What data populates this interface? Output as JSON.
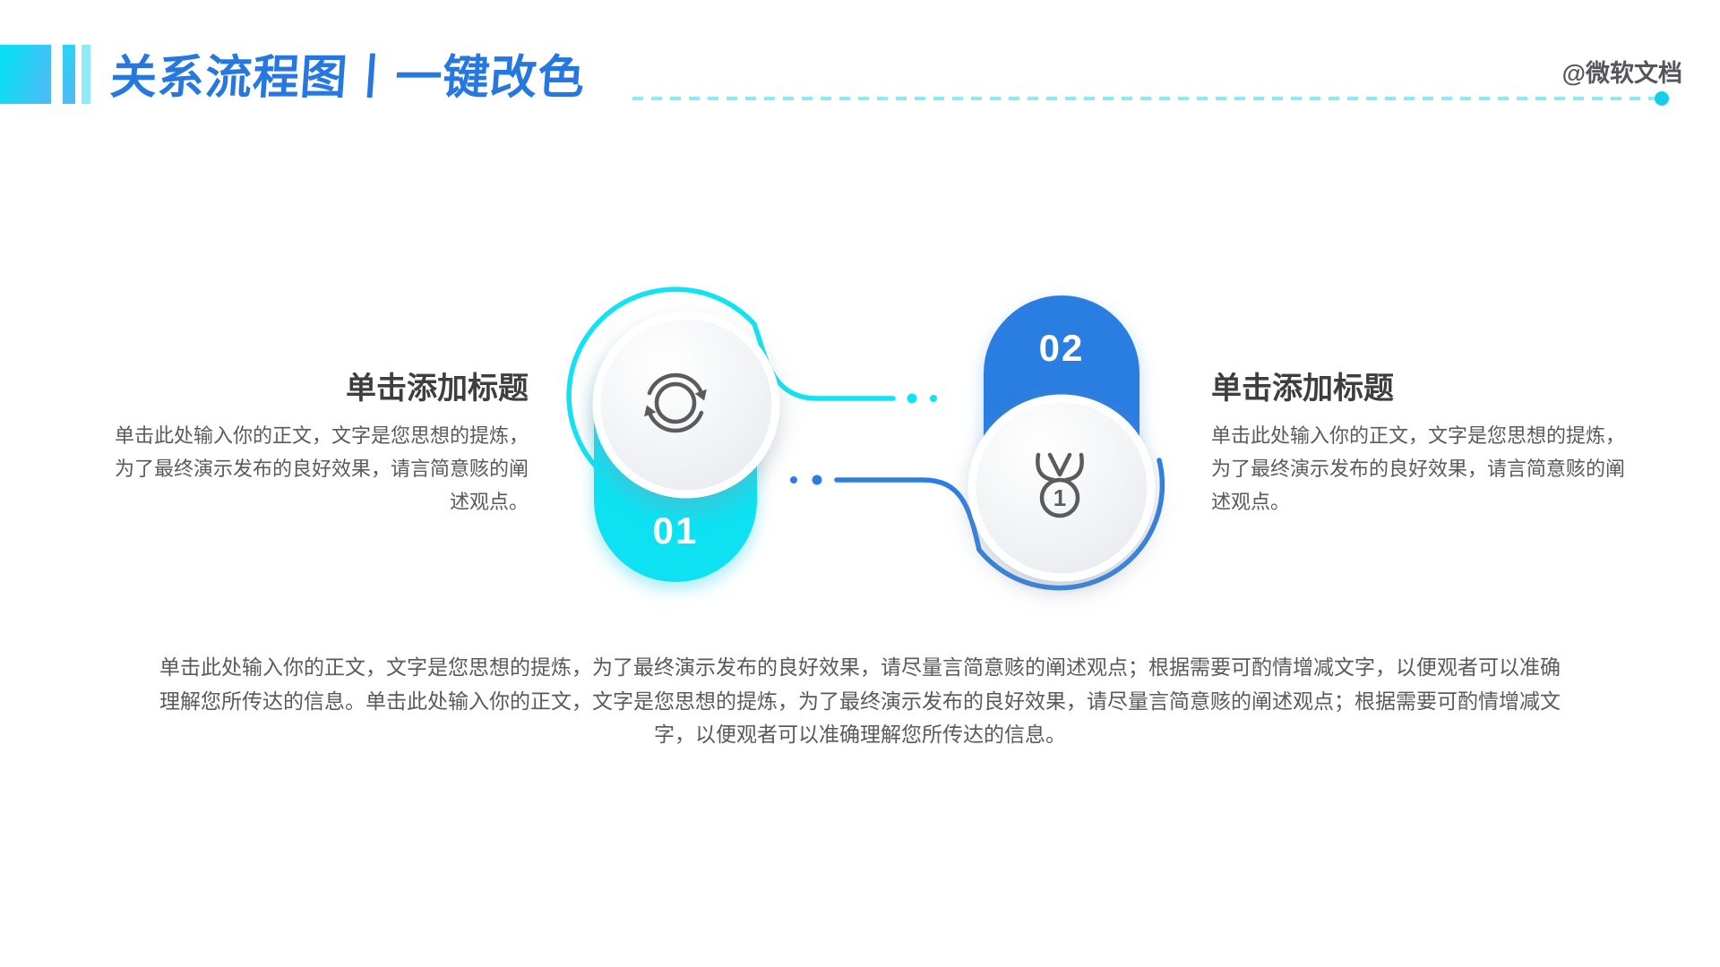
{
  "slide": {
    "header": {
      "title": "关系流程图丨一键改色",
      "watermark": "@微软文档"
    },
    "items": [
      {
        "number": "01",
        "icon": "sync-icon",
        "title": "单击添加标题",
        "body": "单击此处输入你的正文，文字是您思想的提炼，为了最终演示发布的良好效果，请言简意赅的阐述观点。"
      },
      {
        "number": "02",
        "icon": "medal-icon",
        "medal_rank": "1",
        "title": "单击添加标题",
        "body": "单击此处输入你的正文，文字是您思想的提炼，为了最终演示发布的良好效果，请言简意赅的阐述观点。"
      }
    ],
    "footer_paragraph": "单击此处输入你的正文，文字是您思想的提炼，为了最终演示发布的良好效果，请尽量言简意赅的阐述观点；根据需要可酌情增减文字，以便观者可以准确理解您所传达的信息。单击此处输入你的正文，文字是您思想的提炼，为了最终演示发布的良好效果，请尽量言简意赅的阐述观点；根据需要可酌情增减文字，以便观者可以准确理解您所传达的信息。",
    "colors": {
      "accent_cyan": "#0EE1F2",
      "accent_blue": "#2A7DE1",
      "title_blue": "#2777E0",
      "heading_gray": "#3E3E3E",
      "body_gray": "#5A5A5A",
      "watermark_gray": "#55565A"
    }
  }
}
